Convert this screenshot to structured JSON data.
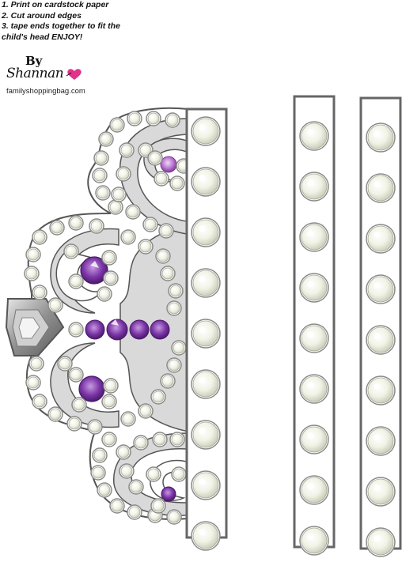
{
  "instructions": {
    "step1": "1. Print on cardstock paper",
    "step2": "2. Cut around edges",
    "step3a": "3. tape ends together to fit the",
    "step3b": "child's head ENJOY!"
  },
  "logo": {
    "by": "By",
    "name": "Shannan",
    "url": "familyshoppingbag.com"
  },
  "colors": {
    "crown_fill": "#d9d9d9",
    "crown_outline": "#555555",
    "pearl": "#eef0e2",
    "pearl_rim": "#8a8a8a",
    "gem_purple": "#6a2a90",
    "gem_light_purple": "#b070c8",
    "diamond": "#a9a9a9",
    "heart": "#e0338a"
  },
  "strips": {
    "pearls_per_strip": 9,
    "count": 3
  }
}
